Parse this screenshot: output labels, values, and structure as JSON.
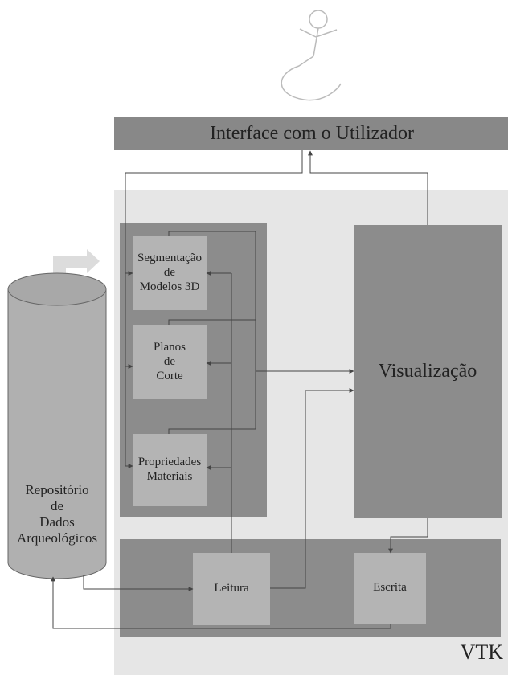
{
  "diagram": {
    "interface_label": "Interface com o Utilizador",
    "visualizacao_label": "Visualização",
    "segmentacao_label": "Segmentação\nde\nModelos 3D",
    "planos_label": "Planos\nde\nCorte",
    "propriedades_label": "Propriedades\nMateriais",
    "leitura_label": "Leitura",
    "escrita_label": "Escrita",
    "repositorio_label": "Repositório\nde\nDados\nArqueológicos",
    "vtk_label": "VTK"
  },
  "colors": {
    "vtk_region": "#e6e6e6",
    "module_panel": "#8c8c8c",
    "sub_module": "#b4b4b4",
    "interface_bar": "#888888",
    "repository": "#b0b0b0",
    "light_arrow": "#dcdcdc",
    "connector": "#444444",
    "user_figure": "#bbbbbb"
  }
}
